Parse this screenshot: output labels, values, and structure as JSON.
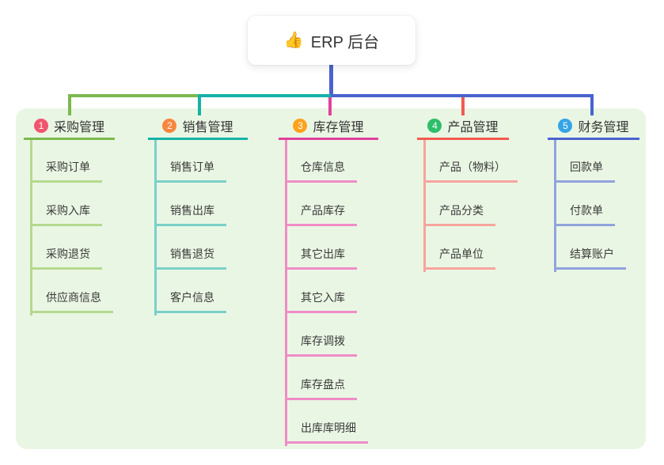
{
  "root": {
    "emoji": "👍",
    "label": "ERP 后台"
  },
  "canvas": {
    "panel_bg": "#eaf6e4",
    "page_bg": "#ffffff",
    "root_line_color": "#4a63d0",
    "text_color": "#333333"
  },
  "branches": [
    {
      "num": "1",
      "label": "采购管理",
      "badge_color": "#f2566e",
      "line_color": "#7cb94c",
      "child_line_color": "#b4da8e",
      "children": [
        "采购订单",
        "采购入库",
        "采购退货",
        "供应商信息"
      ]
    },
    {
      "num": "2",
      "label": "销售管理",
      "badge_color": "#f9863f",
      "line_color": "#16b2a7",
      "child_line_color": "#7ad1c9",
      "children": [
        "销售订单",
        "销售出库",
        "销售退货",
        "客户信息"
      ]
    },
    {
      "num": "3",
      "label": "库存管理",
      "badge_color": "#fda21d",
      "line_color": "#e2409e",
      "child_line_color": "#f08cc6",
      "children": [
        "仓库信息",
        "产品库存",
        "其它出库",
        "其它入库",
        "库存调拨",
        "库存盘点",
        "出库库明细"
      ]
    },
    {
      "num": "4",
      "label": "产品管理",
      "badge_color": "#2ebe6a",
      "line_color": "#f25b4f",
      "child_line_color": "#f7a49d",
      "children": [
        "产品（物料）",
        "产品分类",
        "产品单位"
      ]
    },
    {
      "num": "5",
      "label": "财务管理",
      "badge_color": "#35a5e5",
      "line_color": "#4a63ce",
      "child_line_color": "#91a3dc",
      "children": [
        "回款单",
        "付款单",
        "结算账户"
      ]
    }
  ]
}
